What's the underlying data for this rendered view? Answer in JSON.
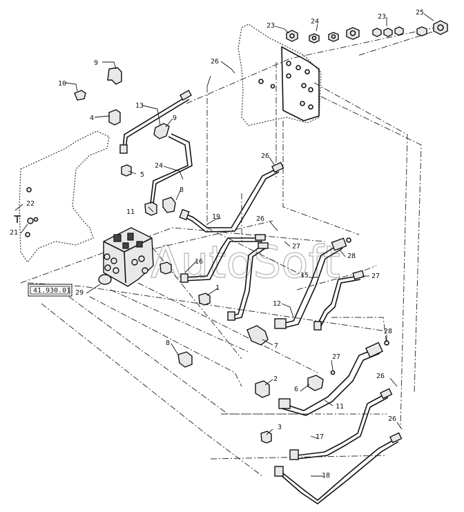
{
  "watermark": "AutoSoft",
  "reference": "41.930.01",
  "callouts": {
    "c1": "1",
    "c2": "2",
    "c3": "3",
    "c4": "4",
    "c5": "5",
    "c6": "6",
    "c7": "7",
    "c8a": "8",
    "c8b": "8",
    "c9a": "9",
    "c9b": "9",
    "c10": "10",
    "c11a": "11",
    "c11b": "11",
    "c12": "12",
    "c13": "13",
    "c15": "15",
    "c16": "16",
    "c17": "17",
    "c18": "18",
    "c19": "19",
    "c21": "21",
    "c22": "22",
    "c23a": "23",
    "c23b": "23",
    "c24a": "24",
    "c24b": "24",
    "c25": "25",
    "c26a": "26",
    "c26b": "26",
    "c26c": "26",
    "c26d": "26",
    "c26e": "26",
    "c27a": "27",
    "c27b": "27",
    "c27c": "27",
    "c28a": "28",
    "c28b": "28",
    "c29": "29"
  },
  "colors": {
    "line": "#111111",
    "watermark": "#bdbdbd"
  }
}
